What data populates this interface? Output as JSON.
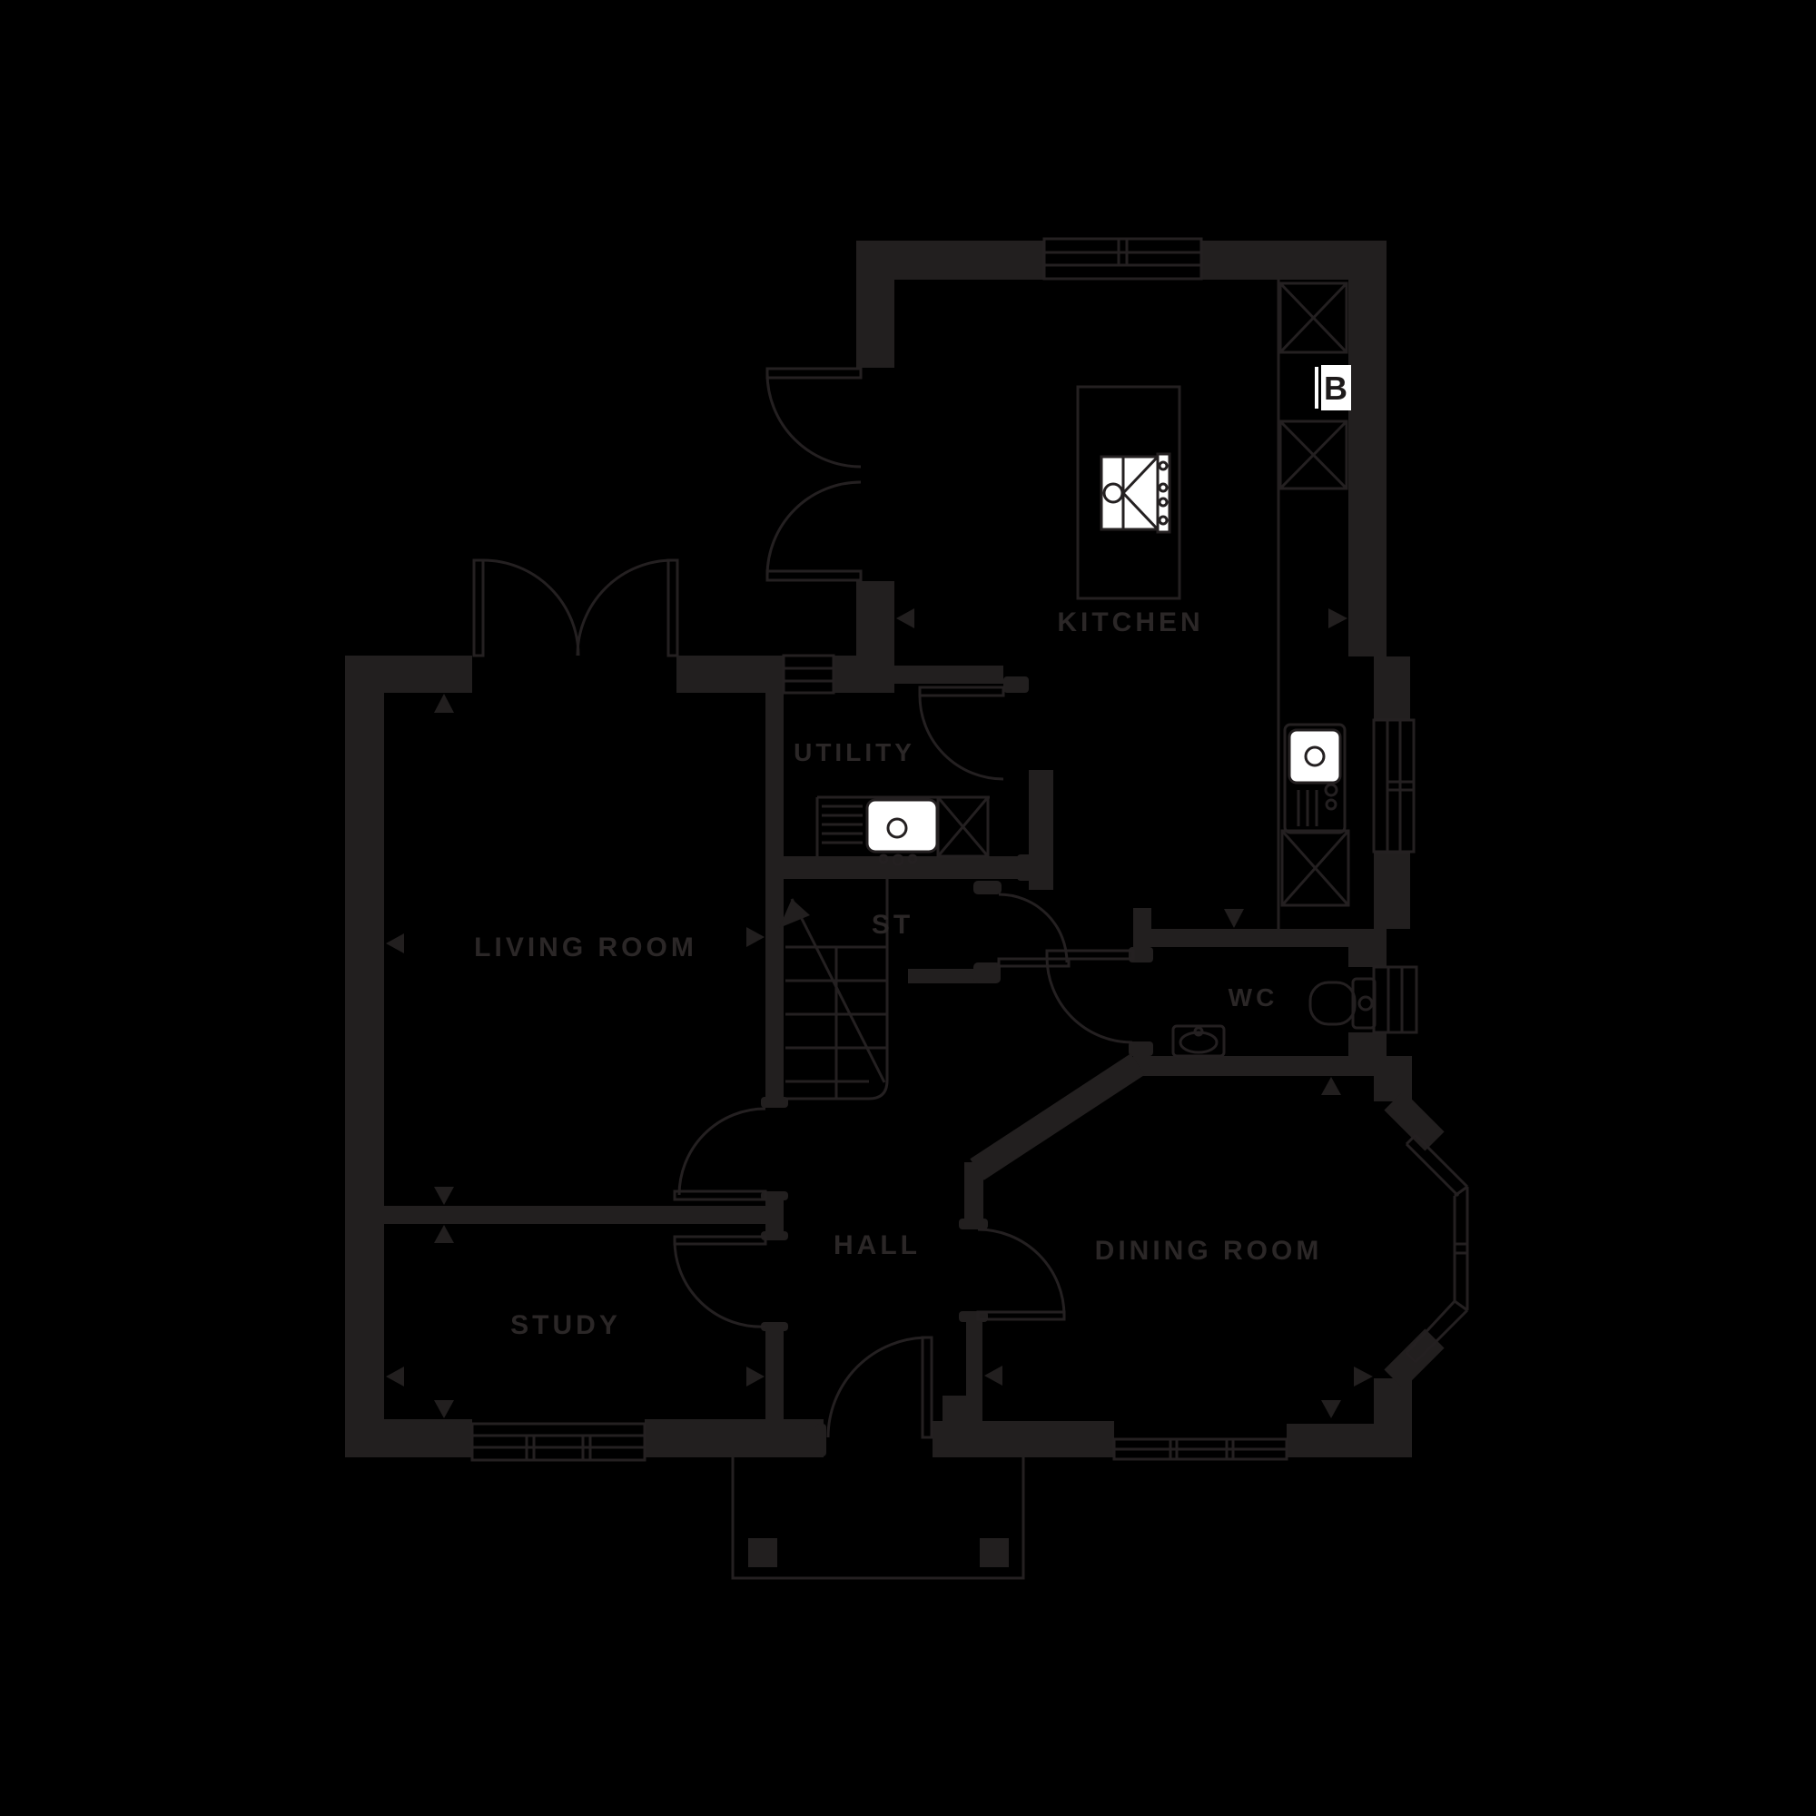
{
  "page": {
    "background": "#000000"
  },
  "floorplan": {
    "type": "ground-floor-plan",
    "colors": {
      "background": "#000000",
      "walls": "#221f1f",
      "lines": "#242021",
      "text": "#2b2727",
      "highlight_white": "#ffffff"
    },
    "rooms": [
      {
        "id": "kitchen",
        "label": "KITCHEN"
      },
      {
        "id": "utility",
        "label": "UTILITY"
      },
      {
        "id": "living-room",
        "label": "LIVING ROOM"
      },
      {
        "id": "store",
        "label": "ST"
      },
      {
        "id": "wc",
        "label": "WC"
      },
      {
        "id": "hall",
        "label": "HALL"
      },
      {
        "id": "study",
        "label": "STUDY"
      },
      {
        "id": "dining-room",
        "label": "DINING ROOM"
      }
    ],
    "markers": [
      {
        "id": "boiler",
        "label": "B"
      }
    ]
  }
}
